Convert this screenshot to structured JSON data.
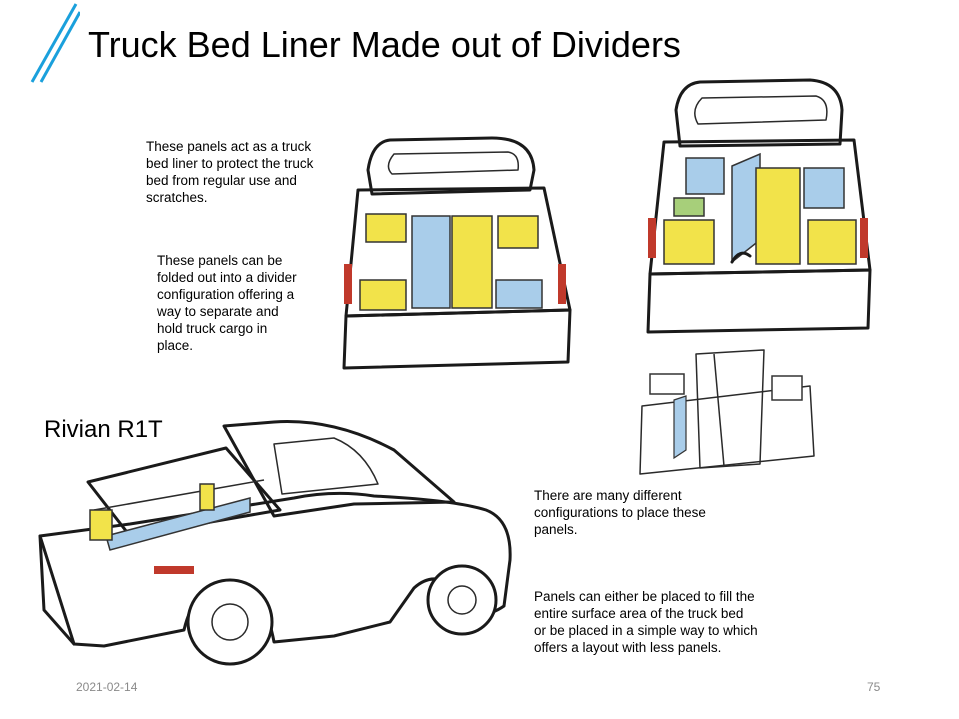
{
  "slide": {
    "title": "Truck Bed Liner Made out of Dividers",
    "model_label": "Rivian R1T",
    "notes": [
      "These panels act as a truck bed liner to protect the truck bed from regular use and scratches.",
      "These panels can be folded out into a divider configuration offering a way to separate and hold truck cargo in place.",
      "There are many different configurations to place these panels.",
      "Panels can either be placed to fill the entire surface area of the truck bed or be placed in a simple way to which offers a layout with less panels."
    ],
    "footer": {
      "date": "2021-02-14",
      "page_number": "75"
    }
  },
  "colors": {
    "accent": "#1aa0dc",
    "panel_yellow": "#f2e34a",
    "panel_blue": "#a9cdea",
    "panel_green": "#a7cf7a",
    "taillight_red": "#c0392b"
  },
  "icons": [
    "accent-slash-lines"
  ]
}
